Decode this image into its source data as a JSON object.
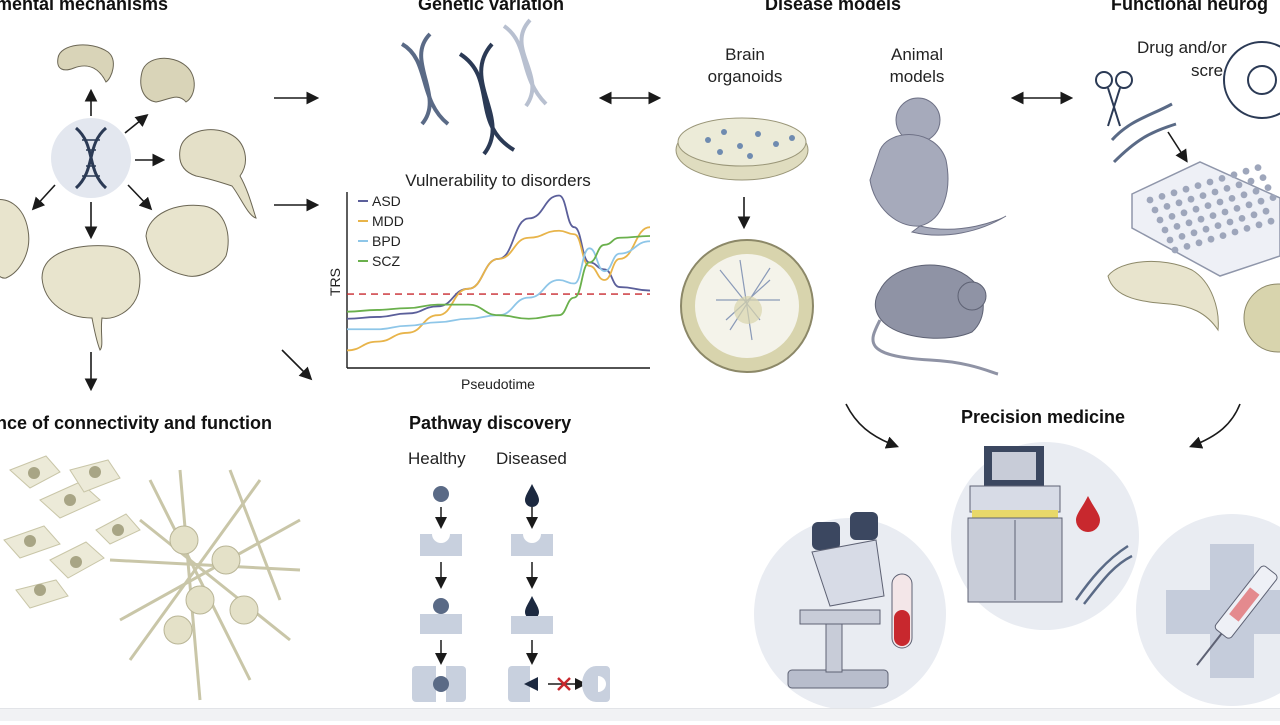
{
  "headers": {
    "developmental": "mental mechanisms",
    "genetic": "Genetic variation",
    "disease": "Disease models",
    "functional": "Functional neurog",
    "connectivity": "nce of connectivity and function",
    "pathway": "Pathway discovery",
    "precision": "Precision medicine"
  },
  "labels": {
    "brain_organoids_1": "Brain",
    "brain_organoids_2": "organoids",
    "animal_models_1": "Animal",
    "animal_models_2": "models",
    "drug_screen_1": "Drug and/or",
    "drug_screen_2": "scre",
    "healthy": "Healthy",
    "diseased": "Diseased"
  },
  "chart_data": {
    "type": "line",
    "title": "Vulnerability to disorders",
    "xlabel": "Pseudotime",
    "ylabel": "TRS",
    "threshold_line": true,
    "series": [
      {
        "name": "ASD",
        "color": "#5b5f9a",
        "x": [
          0,
          0.1,
          0.2,
          0.3,
          0.4,
          0.5,
          0.6,
          0.7,
          0.75,
          0.8,
          0.85,
          0.9,
          1.0
        ],
        "y": [
          0.28,
          0.29,
          0.31,
          0.35,
          0.45,
          0.62,
          0.85,
          0.98,
          0.8,
          0.6,
          0.56,
          0.46,
          0.44
        ]
      },
      {
        "name": "MDD",
        "color": "#e8b44a",
        "x": [
          0,
          0.1,
          0.2,
          0.3,
          0.4,
          0.5,
          0.6,
          0.7,
          0.75,
          0.8,
          0.85,
          0.9,
          1.0
        ],
        "y": [
          0.1,
          0.15,
          0.2,
          0.3,
          0.45,
          0.62,
          0.74,
          0.78,
          0.76,
          0.58,
          0.5,
          0.62,
          0.8
        ]
      },
      {
        "name": "BPD",
        "color": "#8ec6e8",
        "x": [
          0,
          0.1,
          0.2,
          0.3,
          0.4,
          0.5,
          0.6,
          0.7,
          0.75,
          0.8,
          0.85,
          0.9,
          1.0
        ],
        "y": [
          0.22,
          0.22,
          0.24,
          0.26,
          0.28,
          0.3,
          0.4,
          0.5,
          0.48,
          0.68,
          0.55,
          0.65,
          0.72
        ]
      },
      {
        "name": "SCZ",
        "color": "#6ab04c",
        "x": [
          0,
          0.1,
          0.2,
          0.3,
          0.4,
          0.5,
          0.6,
          0.7,
          0.75,
          0.8,
          0.85,
          0.9,
          1.0
        ],
        "y": [
          0.32,
          0.33,
          0.34,
          0.36,
          0.36,
          0.3,
          0.28,
          0.3,
          0.4,
          0.6,
          0.7,
          0.74,
          0.75
        ]
      }
    ],
    "legend_position": "top-left",
    "grid": false
  },
  "colors": {
    "ink": "#1a1a1a",
    "navy": "#2b3a55",
    "slate": "#5a6a86",
    "pale_blue": "#c8d0de",
    "beige": "#e7e4cf",
    "mouse_grey": "#8f93a5",
    "circle_bg": "#eef0f4",
    "red": "#c8282e"
  }
}
